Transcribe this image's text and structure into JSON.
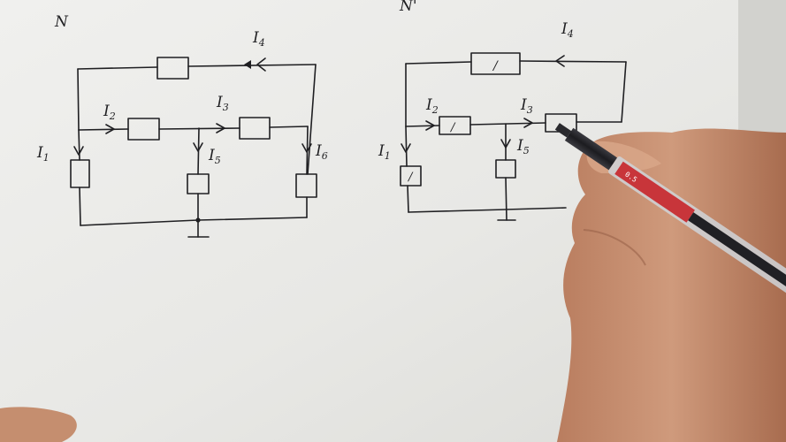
{
  "scene": {
    "description_free": true,
    "colors": {
      "paper": "#ebebe8",
      "ink": "#1f1f22",
      "skin": "#c58e6f",
      "pen_body": "#2a2a2e",
      "pen_label": "#c8353a"
    }
  },
  "left_circuit": {
    "title": "N",
    "currents": [
      {
        "id": "I1",
        "base": "I",
        "sub": "1"
      },
      {
        "id": "I2",
        "base": "I",
        "sub": "2"
      },
      {
        "id": "I3",
        "base": "I",
        "sub": "3"
      },
      {
        "id": "I4",
        "base": "I",
        "sub": "4"
      },
      {
        "id": "I5",
        "base": "I",
        "sub": "5"
      },
      {
        "id": "I6",
        "base": "I",
        "sub": "6"
      }
    ]
  },
  "right_circuit": {
    "title": "N'",
    "currents": [
      {
        "id": "I1",
        "base": "I",
        "sub": "1"
      },
      {
        "id": "I2",
        "base": "I",
        "sub": "2"
      },
      {
        "id": "I3",
        "base": "I",
        "sub": "3"
      },
      {
        "id": "I4",
        "base": "I",
        "sub": "4"
      },
      {
        "id": "I5",
        "base": "I",
        "sub": "5"
      }
    ],
    "resistor_marks": [
      "/",
      "/",
      "/"
    ]
  },
  "pen": {
    "label": "0.5"
  }
}
